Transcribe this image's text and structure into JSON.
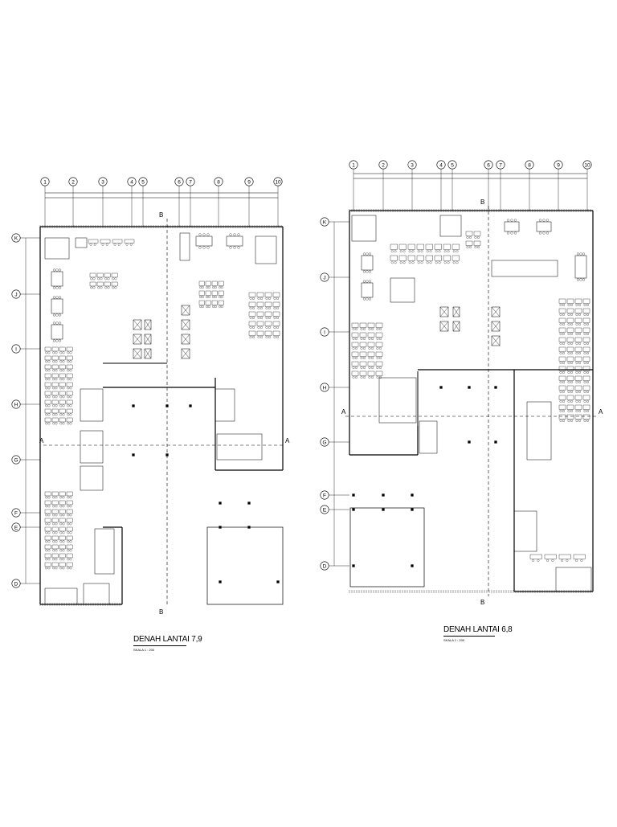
{
  "plans": [
    {
      "id": "left",
      "title": "DENAH LANTAI 7,9",
      "scale": "SKALA 1 : 200",
      "section_label": "B",
      "section_label_side": "A",
      "grid_columns": [
        "1",
        "2",
        "3",
        "4",
        "5",
        "6",
        "7",
        "8",
        "9",
        "10"
      ],
      "grid_rows": [
        "K",
        "J",
        "I",
        "H",
        "G",
        "F",
        "E",
        "D"
      ]
    },
    {
      "id": "right",
      "title": "DENAH LANTAI 6,8",
      "scale": "SKALA 1 : 200",
      "section_label": "B",
      "section_label_side": "A",
      "grid_columns": [
        "1",
        "2",
        "3",
        "4",
        "5",
        "6",
        "7",
        "8",
        "9",
        "10"
      ],
      "grid_rows": [
        "K",
        "J",
        "I",
        "H",
        "G",
        "F",
        "E",
        "D"
      ]
    }
  ]
}
